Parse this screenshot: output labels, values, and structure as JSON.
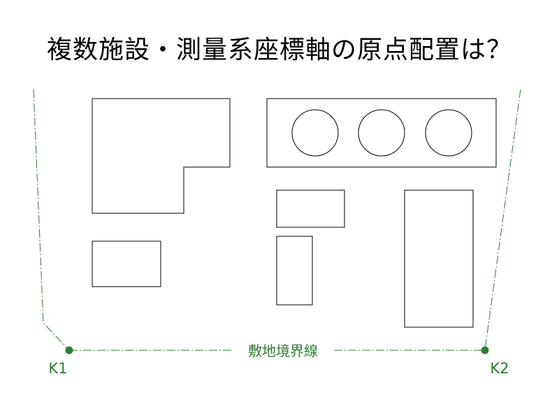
{
  "title": "複数施設・測量系座標軸の原点配置は？",
  "boundary_label": "敷地境界線",
  "points": {
    "k1": "K1",
    "k2": "K2"
  },
  "colors": {
    "boundary": "#2e7d32",
    "outline": "#000000",
    "background": "#ffffff"
  }
}
